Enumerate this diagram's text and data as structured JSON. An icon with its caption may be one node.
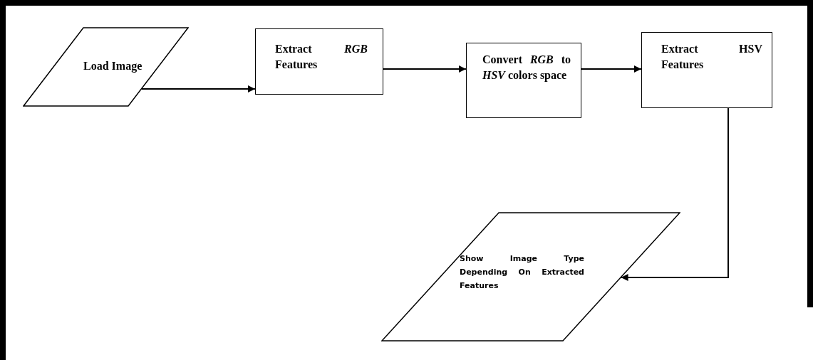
{
  "diagram": {
    "nodes": [
      {
        "text": [
          "Load Image"
        ]
      },
      {
        "text": [
          "Extract *RGB* Features"
        ]
      },
      {
        "text": [
          "Convert *RGB* to *HSV* colors space"
        ]
      },
      {
        "text": [
          "Extract HSV Features"
        ]
      },
      {
        "text": [
          "Show Image Type Depending On Extracted Features"
        ]
      }
    ],
    "edges": [
      {
        "from": 0,
        "to": 1,
        "arrow": "to"
      },
      {
        "from": 1,
        "to": 2,
        "arrow": "to"
      },
      {
        "from": 2,
        "to": 3,
        "arrow": "to"
      },
      {
        "from": 3,
        "to": 4,
        "arrow": "to"
      }
    ]
  }
}
